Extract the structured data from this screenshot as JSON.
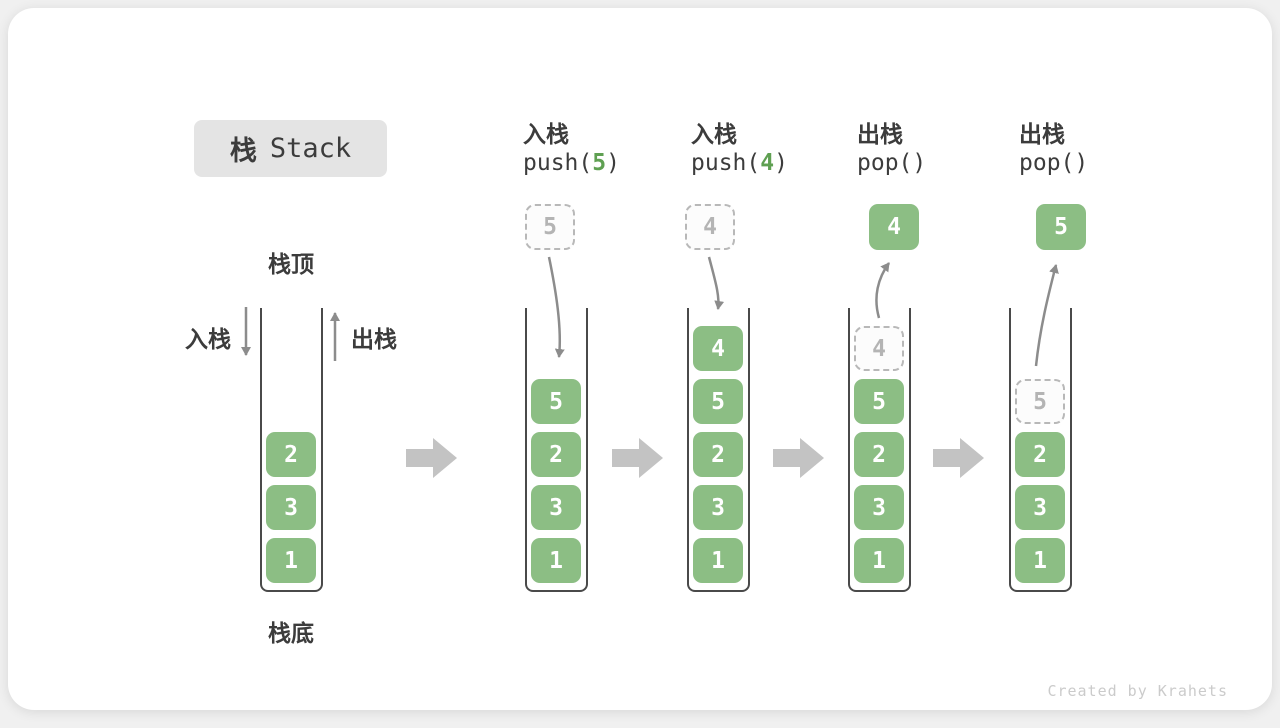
{
  "title": {
    "zh": "栈",
    "en": "Stack"
  },
  "side_labels": {
    "stack_top": "栈顶",
    "stack_bottom": "栈底",
    "push_side": "入栈",
    "pop_side": "出栈"
  },
  "stages": [
    {
      "blocks": [
        "2",
        "3",
        "1"
      ]
    },
    {
      "op": "入栈",
      "code": {
        "pre": "push(",
        "arg": "5",
        "post": ")"
      },
      "float_value": "5",
      "blocks": [
        "5",
        "2",
        "3",
        "1"
      ]
    },
    {
      "op": "入栈",
      "code": {
        "pre": "push(",
        "arg": "4",
        "post": ")"
      },
      "float_value": "4",
      "blocks": [
        "4",
        "5",
        "2",
        "3",
        "1"
      ]
    },
    {
      "op": "出栈",
      "code": {
        "pre": "pop(",
        "arg": "",
        "post": ")"
      },
      "float_value": "4",
      "ghost_value": "4",
      "blocks": [
        "5",
        "2",
        "3",
        "1"
      ]
    },
    {
      "op": "出栈",
      "code": {
        "pre": "pop(",
        "arg": "",
        "post": ")"
      },
      "float_value": "5",
      "ghost_value": "5",
      "blocks": [
        "2",
        "3",
        "1"
      ]
    }
  ],
  "watermark": "Created by Krahets",
  "colors": {
    "block_green": "#8cbe84",
    "accent_green": "#5fa052",
    "ghost_gray": "#b8b8b8",
    "line_arrow_gray": "#8c8c8c",
    "flow_arrow_gray": "#c3c3c3",
    "badge_bg": "#e4e4e4",
    "text_dark": "#3c3c3c"
  }
}
